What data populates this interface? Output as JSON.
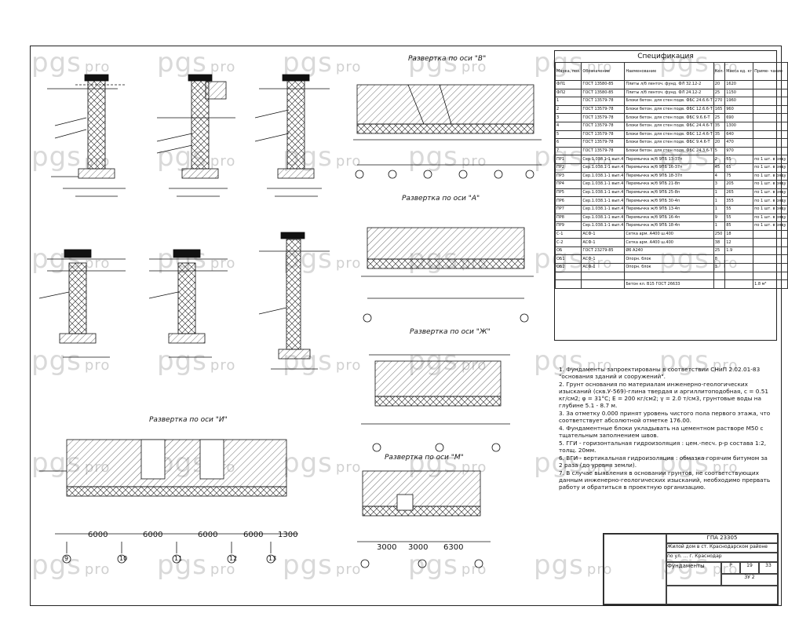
{
  "watermark": {
    "main": "pgs",
    "suffix": "pro"
  },
  "spec": {
    "title": "Спецификация",
    "headers": [
      "Марка, поз.",
      "Обозначение",
      "Наименование",
      "Кол.",
      "Масса ед. кг",
      "Приме- чание"
    ],
    "rows": [
      [
        "ФЛ1",
        "ГОСТ 13580-85",
        "Плиты л/б ленточ. фунд. ФЛ 32.12-2",
        "20",
        "1620",
        ""
      ],
      [
        "ФЛ2",
        "ГОСТ 13580-85",
        "Плиты л/б ленточ. фунд. ФЛ 24.12-2",
        "25",
        "1150",
        ""
      ],
      [
        "1",
        "ГОСТ 13579-78",
        "Блоки бетон. для стен подв. ФБС 24.6.6-Т",
        "270",
        "1960",
        ""
      ],
      [
        "2",
        "ГОСТ 13579-78",
        "Блоки бетон. для стен подв. ФБС 12.6.6-Т",
        "165",
        "960",
        ""
      ],
      [
        "3",
        "ГОСТ 13579-78",
        "Блоки бетон. для стен подв. ФБС 9.6.6-Т",
        "25",
        "690",
        ""
      ],
      [
        "4",
        "ГОСТ 13579-78",
        "Блоки бетон. для стен подв. ФБС 24.4.6-Т",
        "35",
        "1300",
        ""
      ],
      [
        "5",
        "ГОСТ 13579-78",
        "Блоки бетон. для стен подв. ФБС 12.4.6-Т",
        "35",
        "640",
        ""
      ],
      [
        "6",
        "ГОСТ 13579-78",
        "Блоки бетон. для стен подв. ФБС 9.4.6-Т",
        "20",
        "470",
        ""
      ],
      [
        "7",
        "ГОСТ 13579-78",
        "Блоки бетон. для стен подв. ФБС 24.3.6-Т",
        "5",
        "970",
        ""
      ],
      [
        "ПР1",
        "Сер.1.038.1-1 вып.4",
        "Перемычка ж/б 9ПБ 13-37п",
        "2",
        "55",
        "по 1 шт. в ряду"
      ],
      [
        "ПР2",
        "Сер.1.038.1-1 вып.4",
        "Перемычка ж/б 9ПБ 16-37п",
        "45",
        "65",
        "по 1 шт. в ряду"
      ],
      [
        "ПР3",
        "Сер.1.038.1-1 вып.4",
        "Перемычка ж/б 9ПБ 18-37п",
        "4",
        "75",
        "по 1 шт. в ряду"
      ],
      [
        "ПР4",
        "Сер.1.038.1-1 вып.4",
        "Перемычка ж/б 9ПБ 21-8п",
        "3",
        "205",
        "по 1 шт. в ряду"
      ],
      [
        "ПР5",
        "Сер.1.038.1-1 вып.4",
        "Перемычка ж/б 9ПБ 25-8п",
        "1",
        "265",
        "по 1 шт. в ряду"
      ],
      [
        "ПР6",
        "Сер.1.038.1-1 вып.4",
        "Перемычка ж/б 9ПБ 30-4п",
        "1",
        "355",
        "по 1 шт. в ряду"
      ],
      [
        "ПР7",
        "Сер.1.038.1-1 вып.4",
        "Перемычка ж/б 9ПБ 13-4п",
        "1",
        "55",
        "по 1 шт. в ряду"
      ],
      [
        "ПР8",
        "Сер.1.038.1-1 вып.4",
        "Перемычка ж/б 9ПБ 16-4п",
        "9",
        "55",
        "по 1 шт. в ряду"
      ],
      [
        "ПР9",
        "Сер.1.038.1-1 вып.4",
        "Перемычка ж/б 9ПБ 18-4п",
        "1",
        "85",
        "по 1 шт. в ряду"
      ],
      [
        "С-1",
        "АСФ-1",
        "Сетка арм. А400 ш.400",
        "250",
        "18",
        ""
      ],
      [
        "С-2",
        "АСФ-1",
        "Сетка арм. А400 ш.400",
        "38",
        "12",
        ""
      ],
      [
        "ОБ",
        "ГОСТ 23279-85",
        "Ø6 А240",
        "25",
        "1.9",
        ""
      ],
      [
        "ОБ1",
        "АСФ-1",
        "Опорн. блок",
        "8",
        "",
        ""
      ],
      [
        "ОБ2",
        "АСФ-1",
        "Опорн. блок",
        "3",
        "",
        ""
      ],
      [
        "",
        "",
        "",
        "",
        "",
        ""
      ],
      [
        "",
        "",
        "Бетон кл. В15 ГОСТ 26633",
        "",
        "",
        "1.8 м³"
      ]
    ]
  },
  "notes": [
    "1. Фундаменты запроектированы в соответствии СНиП 2.02.01-83 \"основания зданий и сооружений\".",
    "2. Грунт основания по материалам инженерно-геологических изысканий (скв.У-569)-глина твердая и аргиллитоподобная, с = 0.51 кг/см2; φ = 31°С; Е = 200 кг/см2; γ = 2.0 т/см3, грунтовые воды на глубине 5.1 - 8.7 м.",
    "3. За отметку 0.000 принят уровень чистого пола первого этажа, что соответствует абсолютной отметке 176.00.",
    "4. Фундаментные блоки укладывать на цементном растворе М50 с тщательным заполнением швов.",
    "5. ГГИ - горизонтальная гидроизоляция : цем.-песч. р-р состава 1:2, толщ. 20мм.",
    "6. ВГИ - вертикальная гидроизоляция : обмазка горячим битумом за 2 раза (до уровня земли).",
    "7. В случае выявления в основании грунтов, не соответствующих данным инженерно-геологических изысканий, необходимо прервать работу и обратиться в проектную организацию."
  ],
  "sections": {
    "b_b": "Развертка по оси \"В\"",
    "a_a": "Развертка по оси \"А\"",
    "ii": "Развертка по оси \"И\"",
    "zh": "Развертка по оси \"Ж\"",
    "m": "Развертка по оси \"М\""
  },
  "stamp": {
    "code": "ГПА 23305",
    "desc1": "Жилой дом в ст. Краснодарском районе",
    "desc2": "по ул. ... г. Краснодар",
    "sheet_title": "Фундаменты",
    "stage": "Р",
    "sheet": "19",
    "sheets": "33",
    "org": "ЗУ 2"
  },
  "dims": {
    "bottom_axes": [
      "6000",
      "6000",
      "6000",
      "6000",
      "1300"
    ],
    "axis_nums": [
      "9",
      "10",
      "11",
      "12",
      "13"
    ],
    "right_axes": [
      "3000",
      "3000",
      "6300"
    ]
  }
}
